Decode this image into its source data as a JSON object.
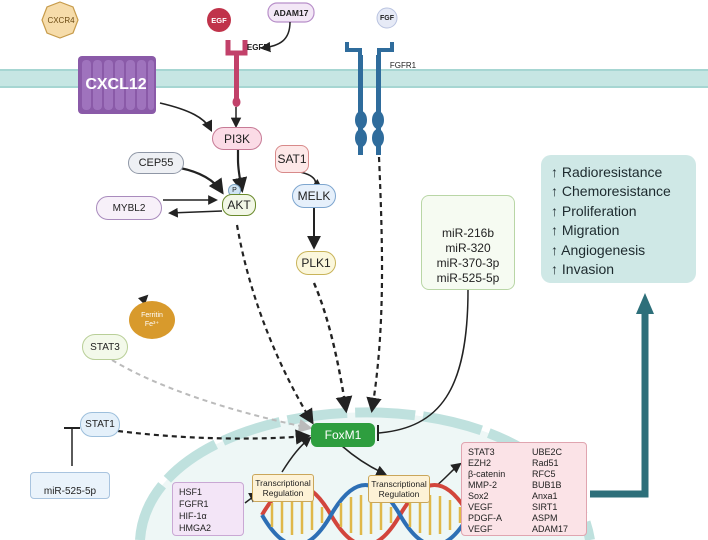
{
  "membrane": {
    "cxcr4": "CXCR4",
    "cxcl12": "CXCL12",
    "egf": "EGF",
    "adam17": "ADAM17",
    "egfr": "EGFR",
    "fgf": "FGF",
    "fgfr1": "FGFR1"
  },
  "signaling": {
    "pi3k": "PI3K",
    "cep55": "CEP55",
    "p": "P",
    "akt": "AKT",
    "mybl2": "MYBL2",
    "sat1": "SAT1",
    "melk": "MELK",
    "plk1": "PLK1",
    "ferritin_line1": "Ferritin",
    "ferritin_line2": "Fe³⁺",
    "stat3": "STAT3",
    "stat1": "STAT1",
    "mir525_left": "miR-525-5p",
    "foxm1": "FoxM1"
  },
  "mirna_box": [
    "miR-216b",
    "miR-320",
    "miR-370-3p",
    "miR-525-5p"
  ],
  "outcomes": [
    "↑ Radioresistance",
    "↑ Chemoresistance",
    "↑ Proliferation",
    "↑ Migration",
    "↑ Angiogenesis",
    "↑ Invasion"
  ],
  "transcription": {
    "reg_left_line1": "Transcriptional",
    "reg_left_line2": "Regulation",
    "reg_right_line1": "Transcriptional",
    "reg_right_line2": "Regulation"
  },
  "upstream_tfs": [
    "HSF1",
    "FGFR1",
    "HIF-1α",
    "HMGA2"
  ],
  "target_genes_col1": [
    "STAT3",
    "EZH2",
    "β-catenin",
    "MMP-2",
    "Sox2",
    "VEGF",
    "PDGF-A",
    "VEGF"
  ],
  "target_genes_col2": [
    "UBE2C",
    "Rad51",
    "RFC5",
    "BUB1B",
    "Anxa1",
    "SIRT1",
    "ASPM",
    "ADAM17"
  ],
  "colors": {
    "membrane": "#c6e6e3",
    "cxcl12_receptor": "#8a5aa8",
    "egfr": "#c2416a",
    "fgfr1": "#2f6c9c",
    "foxm1": "#2e9e3f",
    "nucleus": "#cfe8e6",
    "outcome_arrow": "#2d6f7a",
    "dna_red": "#d2453c",
    "dna_blue": "#2d6fb5"
  }
}
